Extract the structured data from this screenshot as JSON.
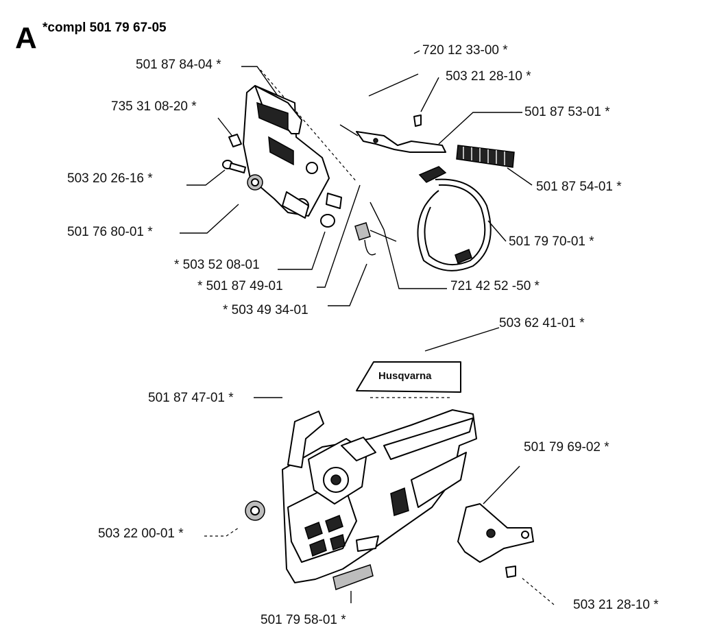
{
  "section_letter": "A",
  "assembly_label": "*compl 501 79 67-05",
  "brand_text": "Husqvarna",
  "labels": {
    "l1": "501 87 84-04 *",
    "l2": "735 31 08-20 *",
    "l3": "503 20 26-16 *",
    "l4": "501 76 80-01 *",
    "l5": "* 503 52 08-01",
    "l6": "* 501 87 49-01",
    "l7": "* 503 49 34-01",
    "l8": "720 12 33-00 *",
    "l9": "503 21 28-10 *",
    "l10": "501 87 53-01 *",
    "l11": "501 87 54-01 *",
    "l12": "501 79 70-01 *",
    "l13": "721 42 52 -50 *",
    "l14": "503 62 41-01 *",
    "l15": "501 87 47-01 *",
    "l16": "501 79 69-02 *",
    "l17": "503 22 00-01 *",
    "l18": "501 79 58-01 *",
    "l19": "503 21 28-10 *"
  }
}
